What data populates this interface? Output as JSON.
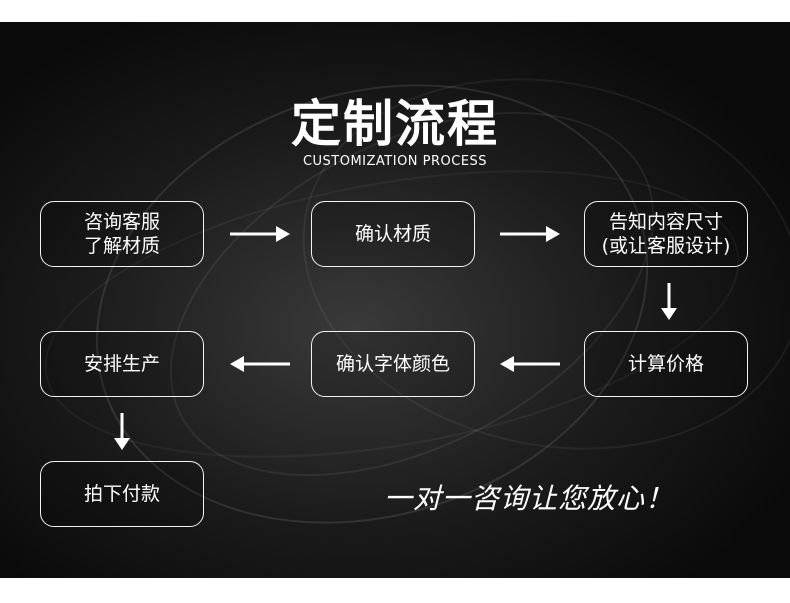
{
  "title": "定制流程",
  "subtitle": "CUSTOMIZATION PROCESS",
  "steps": [
    {
      "line1": "咨询客服",
      "line2": "了解材质"
    },
    {
      "line1": "确认材质",
      "line2": ""
    },
    {
      "line1": "告知内容尺寸",
      "line2": "(或让客服设计)"
    },
    {
      "line1": "计算价格",
      "line2": ""
    },
    {
      "line1": "确认字体颜色",
      "line2": ""
    },
    {
      "line1": "安排生产",
      "line2": ""
    },
    {
      "line1": "拍下付款",
      "line2": ""
    }
  ],
  "slogan": "一对一咨询让您放心！"
}
